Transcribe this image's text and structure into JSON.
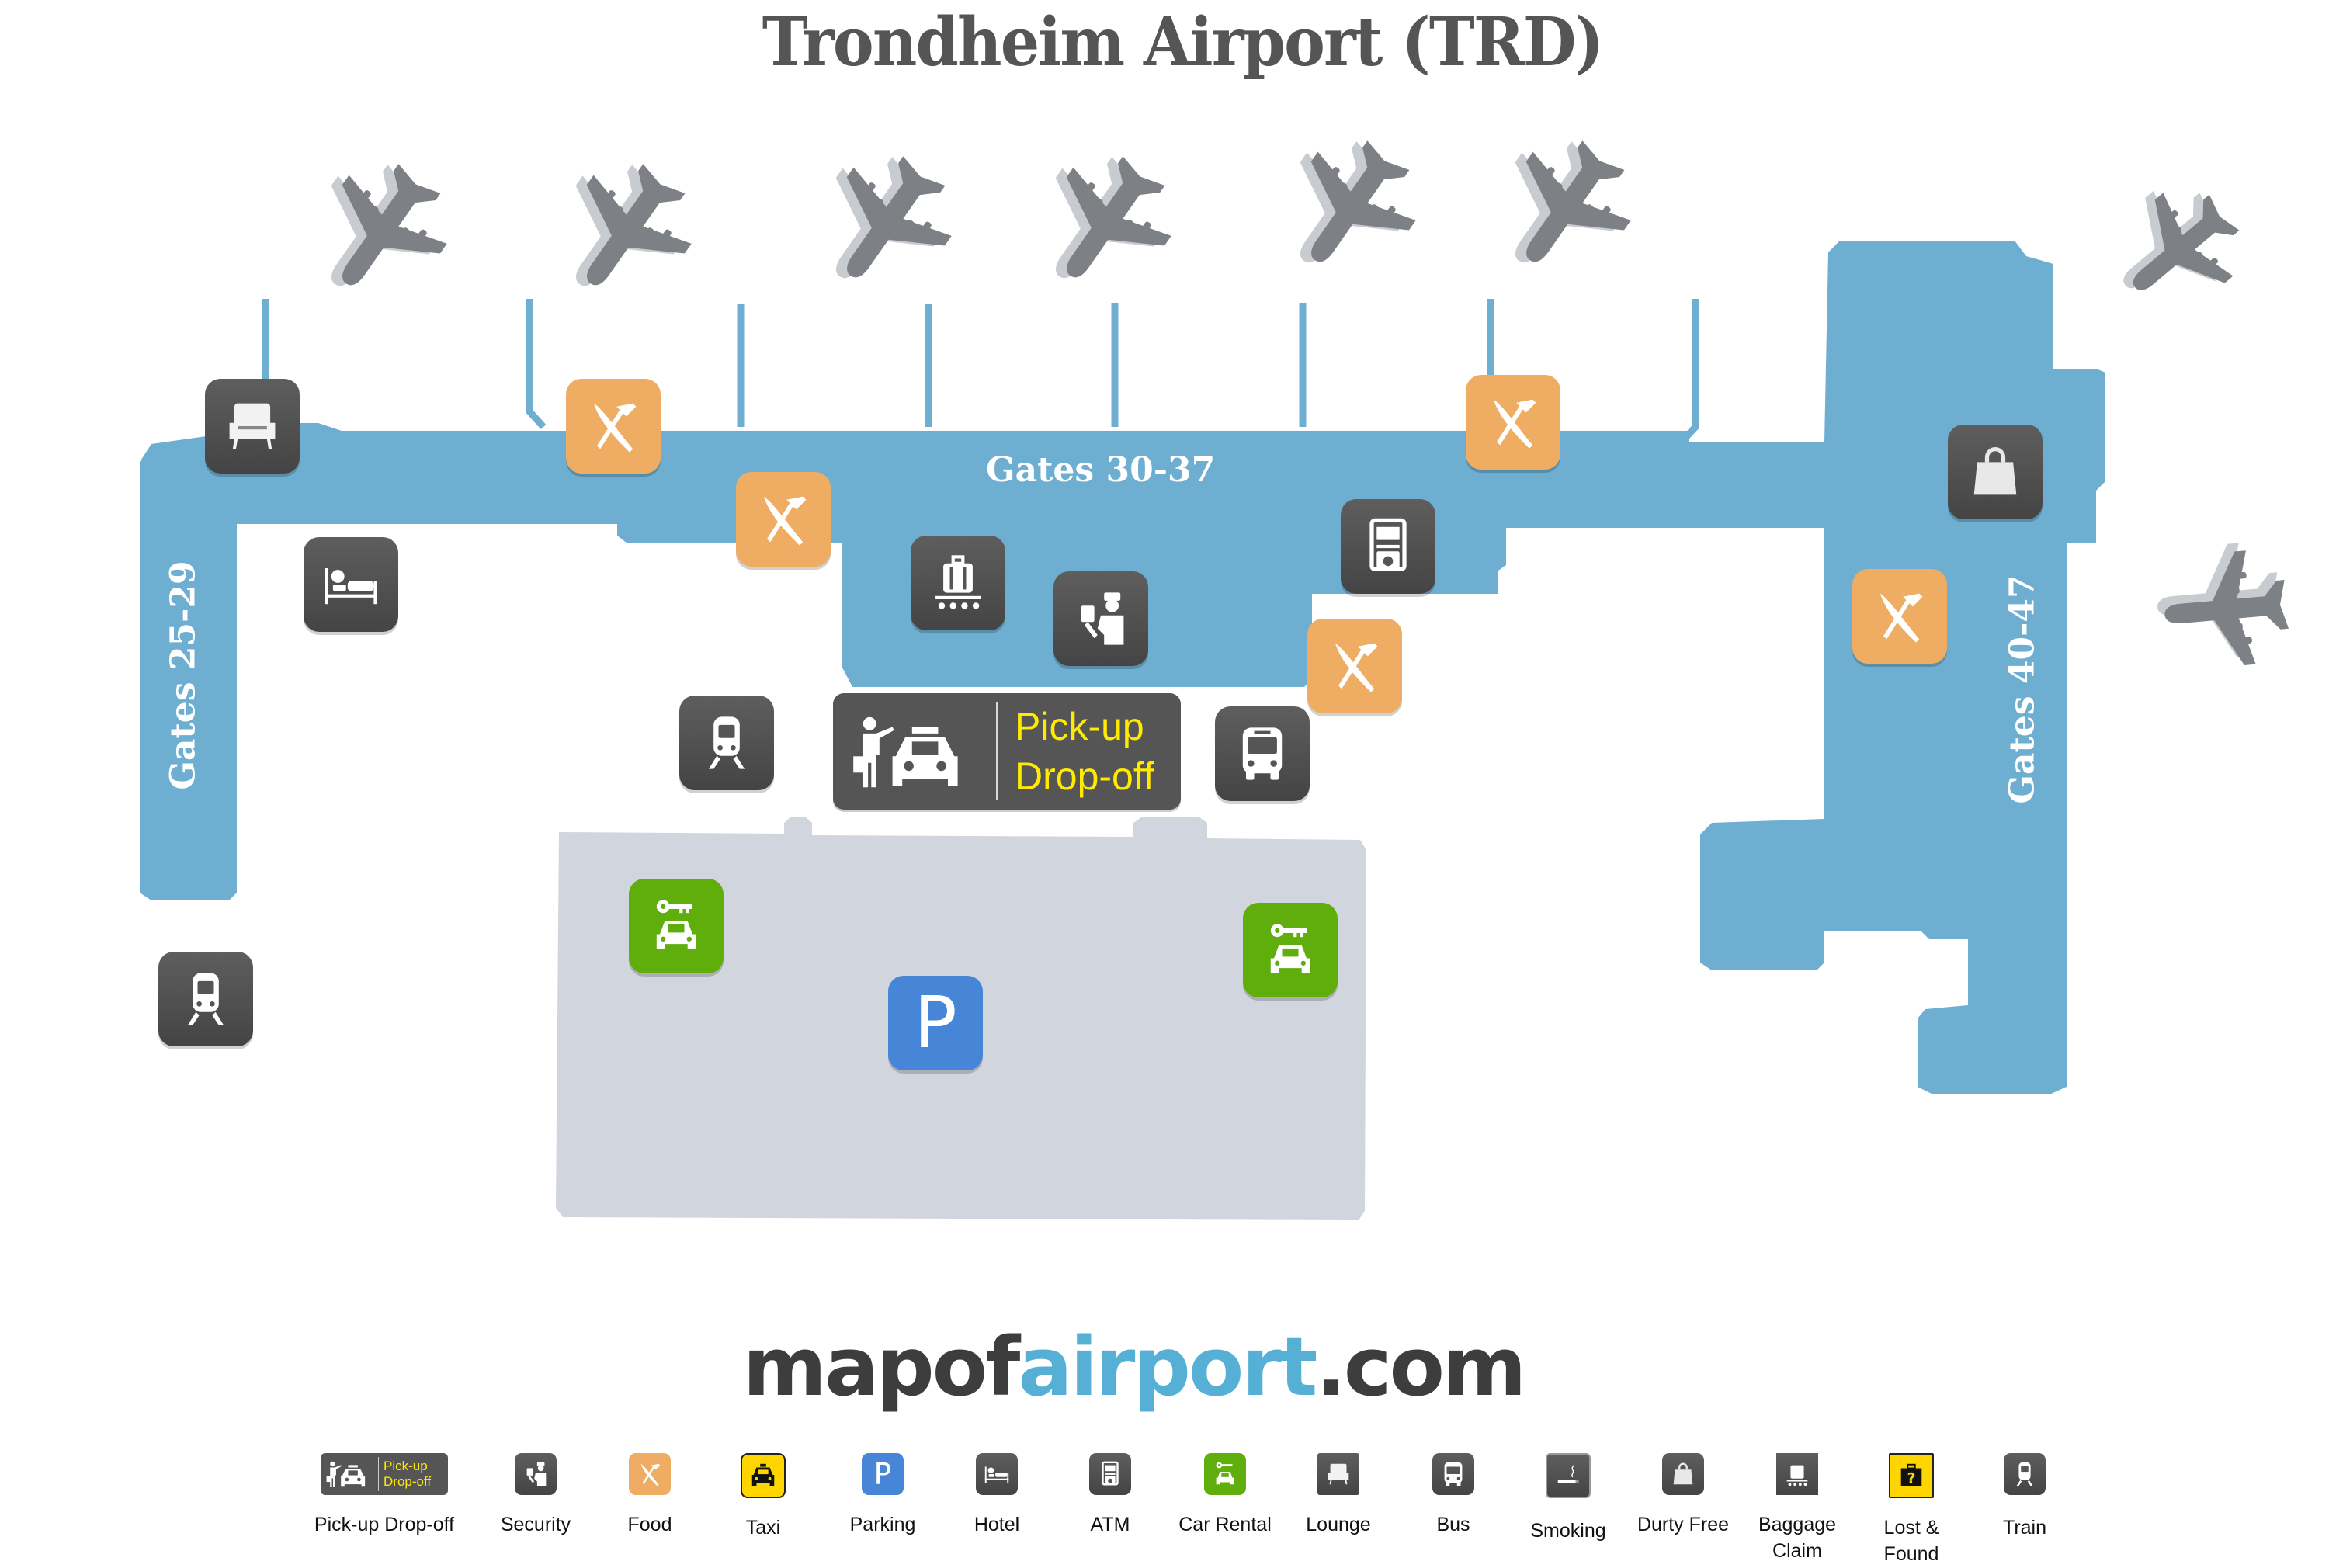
{
  "title": "Trondheim Airport (TRD)",
  "map": {
    "colors": {
      "terminal": "#6daed1",
      "parking_lot": "#d1d5dd",
      "plane": "#7d8185",
      "plane_shadow": "#c8cbcf",
      "icon_dark": "#555555",
      "icon_food": "#eead62",
      "icon_car_rental": "#5fae0b",
      "icon_parking": "#4785d6",
      "pudo_text": "#ffea00"
    },
    "gate_labels": {
      "west": "Gates 25-29",
      "north": "Gates 30-37",
      "east": "Gates 40-47"
    },
    "pickup_dropoff": {
      "line1": "Pick-up",
      "line2": "Drop-off"
    },
    "parking_letter": "P",
    "markers": [
      {
        "type": "lounge",
        "icon": "armchair-icon"
      },
      {
        "type": "hotel",
        "icon": "bed-icon"
      },
      {
        "type": "food",
        "icon": "knife-fork-icon",
        "count": 5
      },
      {
        "type": "baggage-claim",
        "icon": "baggage-carousel-icon"
      },
      {
        "type": "security",
        "icon": "security-officer-icon"
      },
      {
        "type": "atm",
        "icon": "atm-icon"
      },
      {
        "type": "duty-free",
        "icon": "shopping-bag-icon"
      },
      {
        "type": "train",
        "icon": "train-icon",
        "count": 2
      },
      {
        "type": "bus",
        "icon": "bus-icon"
      },
      {
        "type": "car-rental",
        "icon": "car-key-icon",
        "count": 2
      },
      {
        "type": "parking",
        "icon": "parking-icon"
      },
      {
        "type": "pickup-dropoff",
        "icon": "taxi-passenger-icon"
      }
    ],
    "planes_count": 8
  },
  "brand": {
    "prefix": "mapof",
    "accent": "airport",
    "suffix": ".com",
    "accent_color": "#56b0d5"
  },
  "legend": {
    "items": [
      {
        "label": "Pick-up Drop-off",
        "mini_line1": "Pick-up",
        "mini_line2": "Drop-off",
        "icon": "pickup-dropoff-icon"
      },
      {
        "label": "Security",
        "icon": "security-officer-icon"
      },
      {
        "label": "Food",
        "icon": "knife-fork-icon"
      },
      {
        "label": "Taxi",
        "icon": "taxi-icon"
      },
      {
        "label": "Parking",
        "icon": "parking-icon",
        "letter": "P"
      },
      {
        "label": "Hotel",
        "icon": "bed-icon"
      },
      {
        "label": "ATM",
        "icon": "atm-icon"
      },
      {
        "label": "Car Rental",
        "icon": "car-key-icon"
      },
      {
        "label": "Lounge",
        "icon": "armchair-icon"
      },
      {
        "label": "Bus",
        "icon": "bus-icon"
      },
      {
        "label": "Smoking",
        "icon": "cigarette-icon"
      },
      {
        "label": "Durty Free",
        "icon": "shopping-bag-icon"
      },
      {
        "label": "Baggage Claim",
        "line1": "Baggage",
        "line2": "Claim",
        "icon": "baggage-carousel-icon"
      },
      {
        "label": "Lost & Found",
        "line1": "Lost &",
        "line2": "Found",
        "icon": "lost-found-icon"
      },
      {
        "label": "Train",
        "icon": "train-icon"
      }
    ]
  }
}
